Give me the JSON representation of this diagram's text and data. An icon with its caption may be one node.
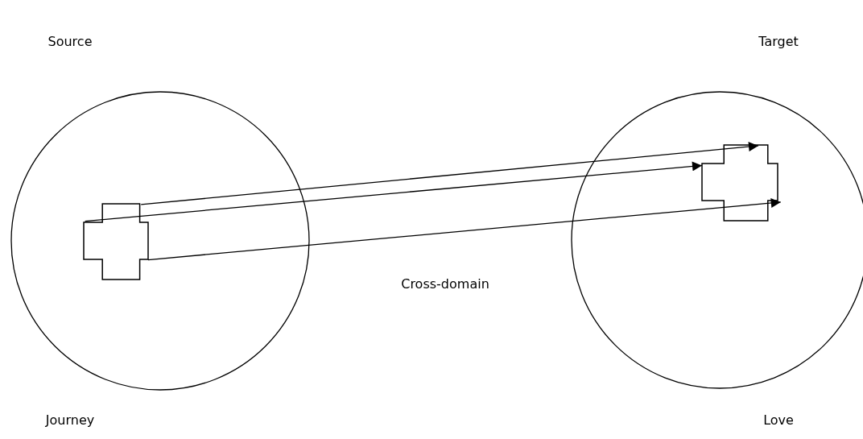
{
  "diagram": {
    "nodes": [
      {
        "text": [
          "Source",
          "Journey"
        ]
      },
      {
        "text": [
          "Target",
          "Love"
        ]
      },
      {
        "text": [],
        "shape": "cross",
        "in": 0
      },
      {
        "text": [],
        "shape": "cross",
        "in": 1
      }
    ],
    "edges": [
      {
        "from": 2,
        "to": 3,
        "arrow": "to"
      },
      {
        "from": 2,
        "to": 3,
        "arrow": "to"
      },
      {
        "from": 2,
        "to": 3,
        "arrow": "to"
      }
    ],
    "labels": [
      "Cross-domain"
    ]
  }
}
